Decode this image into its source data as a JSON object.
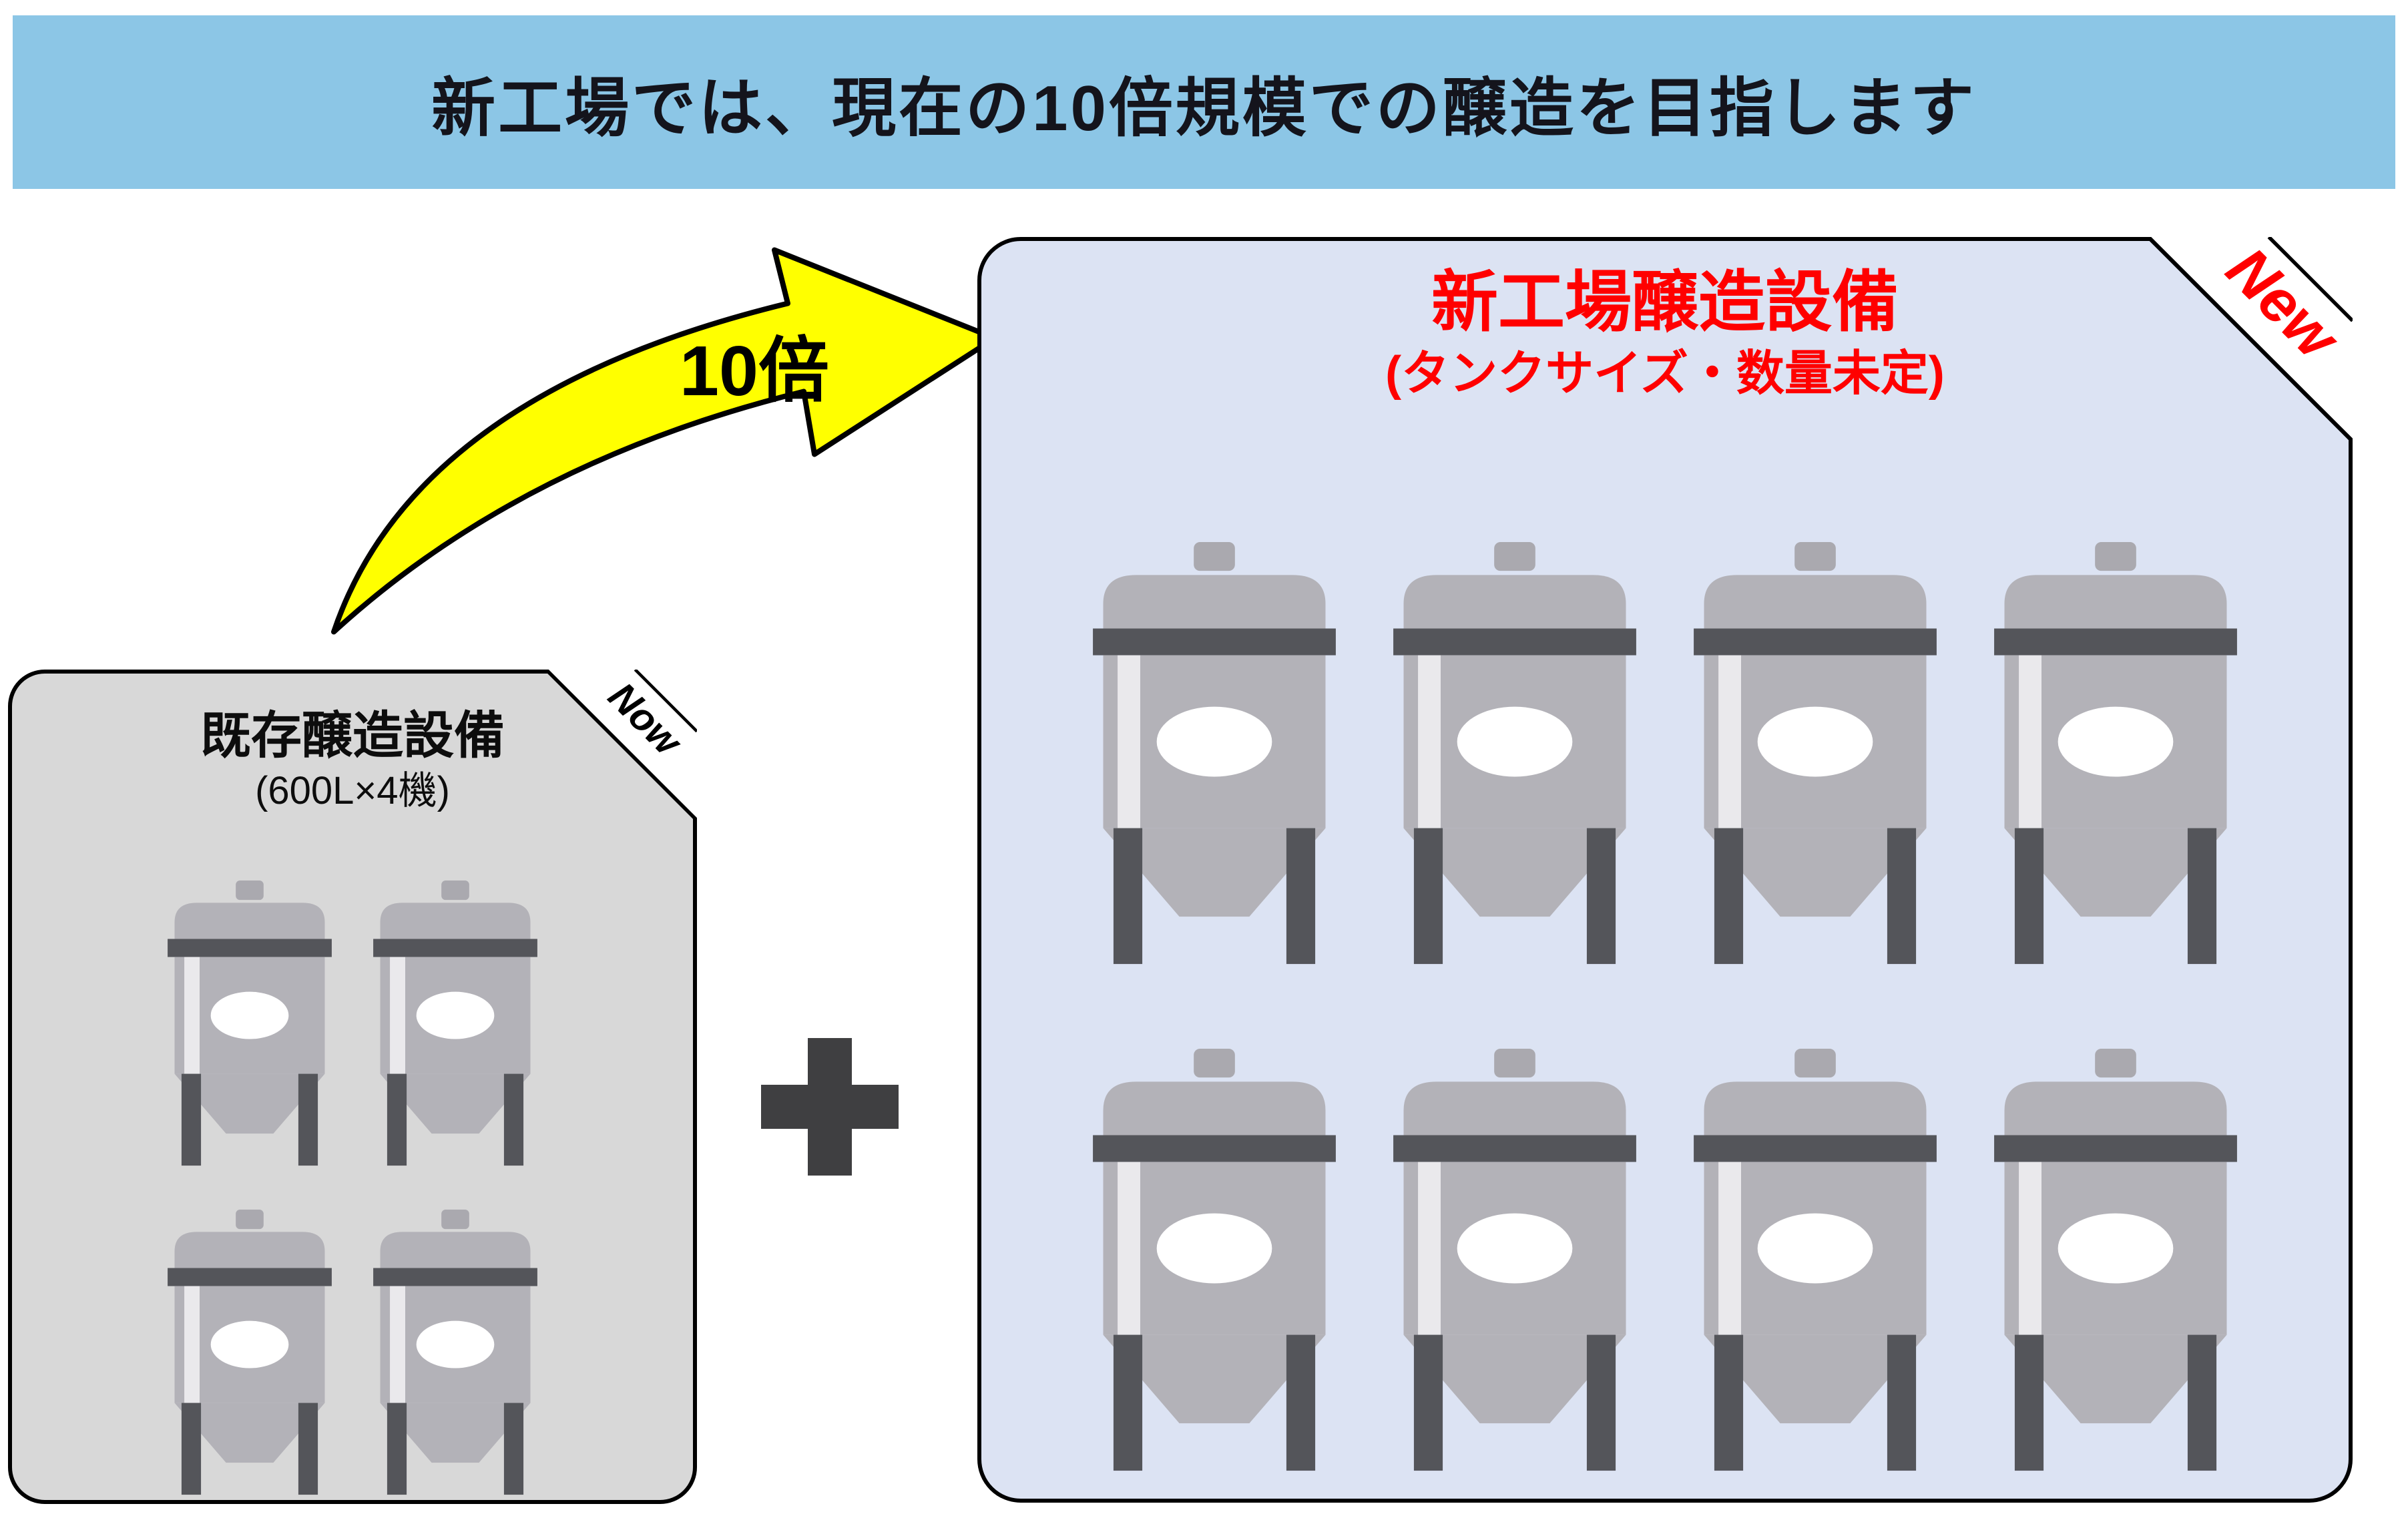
{
  "banner": {
    "title": "新工場では、現在の10倍規模での醸造を目指します"
  },
  "arrow": {
    "label": "10倍"
  },
  "left_panel": {
    "title": "既存醸造設備",
    "subtitle": "(600L×4機)",
    "ribbon": "Now",
    "tank_count": 4
  },
  "right_panel": {
    "title": "新工場醸造設備",
    "subtitle": "(タンクサイズ・数量未定)",
    "ribbon": "New",
    "tank_count": 8
  },
  "colors": {
    "banner_bg": "#8cc6e6",
    "banner_text": "#14141c",
    "left_panel_bg": "#d8d8d8",
    "right_panel_bg": "#dce3f3",
    "accent_red": "#ff0000",
    "arrow_fill": "#ffff00",
    "tank_body": "#b3b2b8",
    "tank_dark": "#54555a",
    "plus_color": "#3f3f41"
  }
}
